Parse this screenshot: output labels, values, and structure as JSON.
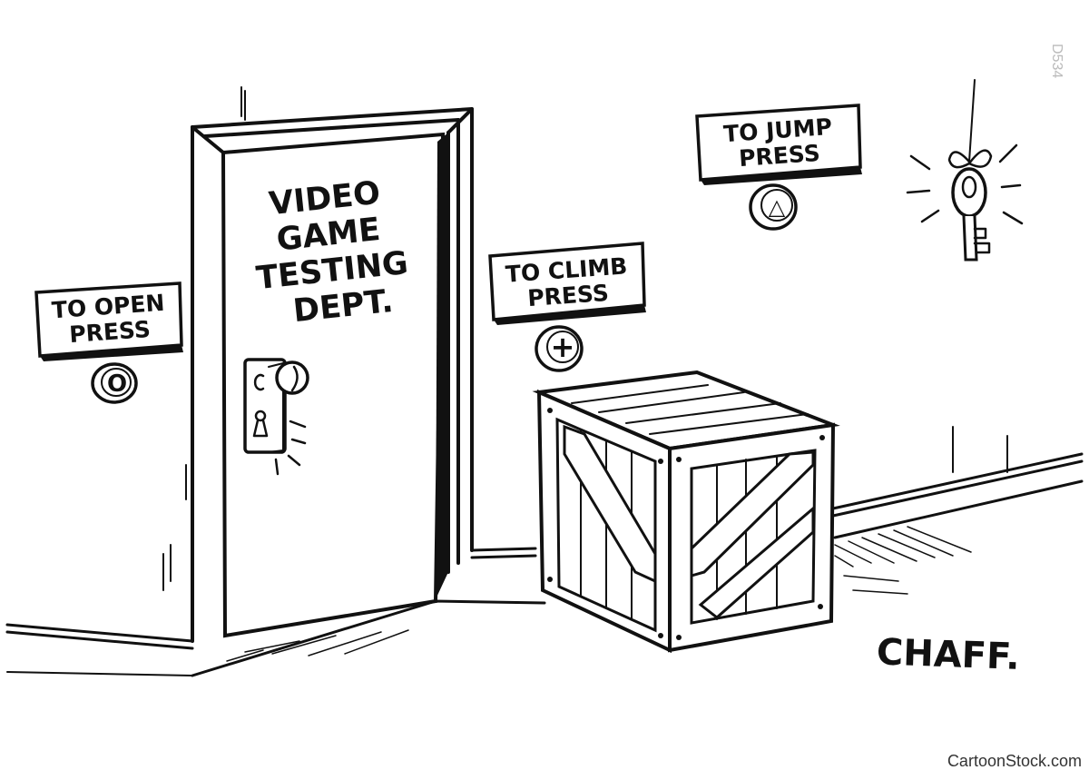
{
  "door": {
    "sign": [
      "VIDEO",
      "GAME",
      "TESTING",
      "DEPT."
    ]
  },
  "signs": {
    "open": [
      "TO OPEN",
      "PRESS"
    ],
    "climb": [
      "TO CLIMB",
      "PRESS"
    ],
    "jump": [
      "TO JUMP",
      "PRESS"
    ]
  },
  "buttons": {
    "open_symbol": "O",
    "climb_symbol": "+",
    "jump_symbol": "△"
  },
  "artist_signature": "CHAFF.",
  "watermark": "CartoonStock.com",
  "corner_mark": "D534"
}
